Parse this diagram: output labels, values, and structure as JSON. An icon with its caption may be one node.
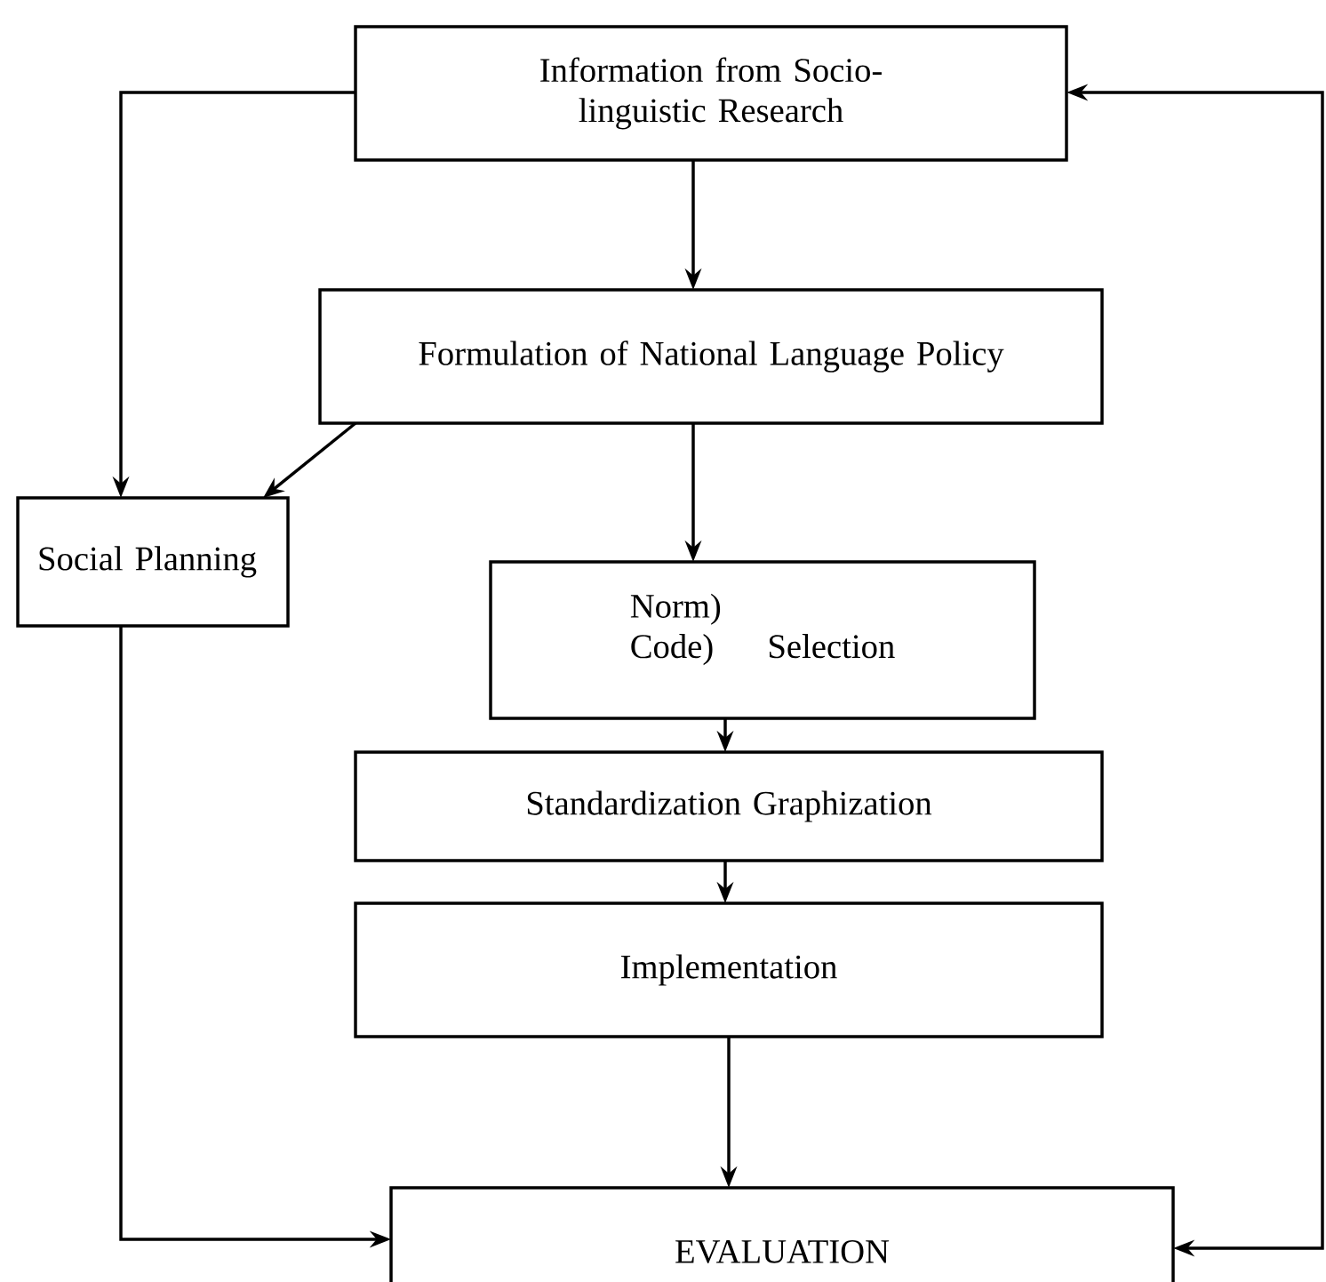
{
  "diagram": {
    "nodes": [
      {
        "text": [
          "Information from Socio-linguistic Research"
        ]
      },
      {
        "text": [
          "Formulation of National Language Policy"
        ]
      },
      {
        "text": [
          "Social Planning"
        ]
      },
      {
        "text": [
          "Norm) Code)",
          "Selection"
        ]
      },
      {
        "text": [
          "Standardization Graphization"
        ]
      },
      {
        "text": [
          "Implementation"
        ]
      },
      {
        "text": [
          "EVALUATION"
        ]
      }
    ],
    "edges": [
      {
        "from": 0,
        "to": 1,
        "arrow": "to"
      },
      {
        "from": 0,
        "to": 2,
        "arrow": "to"
      },
      {
        "from": 1,
        "to": 2,
        "arrow": "to"
      },
      {
        "from": 1,
        "to": 3,
        "arrow": "to"
      },
      {
        "from": 3,
        "to": 4,
        "arrow": "to"
      },
      {
        "from": 4,
        "to": 5,
        "arrow": "to"
      },
      {
        "from": 5,
        "to": 6,
        "arrow": "to"
      },
      {
        "from": 2,
        "to": 6,
        "arrow": "to"
      },
      {
        "from": 6,
        "to": 0,
        "arrow": "both"
      }
    ]
  }
}
